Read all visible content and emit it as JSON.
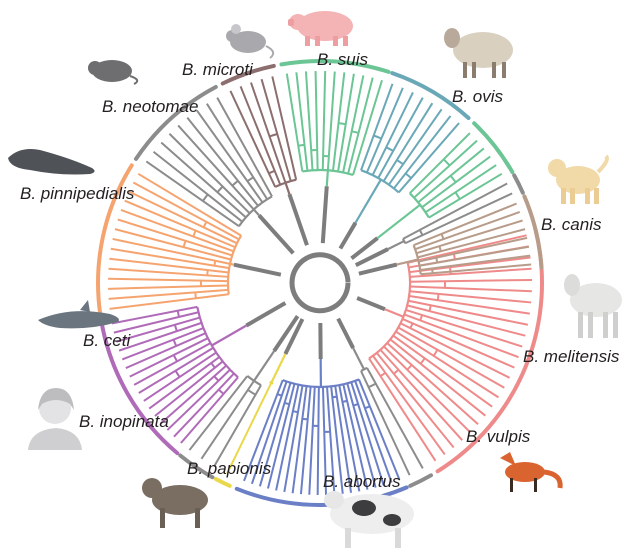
{
  "labels": {
    "microti": "B. microti",
    "suis": "B. suis",
    "neotomae": "B. neotomae",
    "ovis": "B. ovis",
    "pinnipedialis": "B. pinnipedialis",
    "canis": "B. canis",
    "ceti": "B. ceti",
    "melitensis": "B. melitensis",
    "inopinata": "B. inopinata",
    "vulpis": "B. vulpis",
    "papionis": "B. papionis",
    "abortus": "B. abortus"
  },
  "clades": [
    {
      "key": "melitensis",
      "color": "#ef8a8a",
      "a0": -14,
      "a1": 58,
      "tips": 24
    },
    {
      "key": "vulpis",
      "color": "#8c8c8c",
      "a0": 60,
      "a1": 66,
      "tips": 2
    },
    {
      "key": "abortus",
      "color": "#6b7fc7",
      "a0": 67,
      "a1": 112,
      "tips": 20
    },
    {
      "key": "papionis",
      "color": "#e9d84a",
      "a0": 114,
      "a1": 118,
      "tips": 1
    },
    {
      "key": "inopinata",
      "color": "#8c8c8c",
      "a0": 119,
      "a1": 129,
      "tips": 3
    },
    {
      "key": "ceti",
      "color": "#b06bb8",
      "a0": 130,
      "a1": 170,
      "tips": 16
    },
    {
      "key": "pinnipedialis",
      "color": "#f5a470",
      "a0": 172,
      "a1": 212,
      "tips": 15
    },
    {
      "key": "neotomae",
      "color": "#8c8c8c",
      "a0": 214,
      "a1": 242,
      "tips": 9
    },
    {
      "key": "microti",
      "color": "#8c6e6e",
      "a0": 244,
      "a1": 258,
      "tips": 5
    },
    {
      "key": "suis",
      "color": "#6cc595",
      "a0": 260,
      "a1": 288,
      "tips": 11
    },
    {
      "key": "ovis",
      "color": "#6aa8b8",
      "a0": 289,
      "a1": 312,
      "tips": 8
    },
    {
      "key": "suis2",
      "color": "#6cc595",
      "a0": 314,
      "a1": 330,
      "tips": 6
    },
    {
      "key": "gray2",
      "color": "#8c8c8c",
      "a0": 331,
      "a1": 336,
      "tips": 2
    },
    {
      "key": "canis",
      "color": "#b89c8a",
      "a0": 337,
      "a1": 356,
      "tips": 8
    }
  ],
  "animals": {
    "pig": "pig",
    "sheep": "sheep",
    "mouse": "mouse",
    "vole": "vole",
    "seal": "seal",
    "dog": "dog",
    "dolphin": "dolphin",
    "goat": "goat",
    "person": "person",
    "fox": "fox",
    "baboon": "baboon",
    "cow": "cow"
  }
}
